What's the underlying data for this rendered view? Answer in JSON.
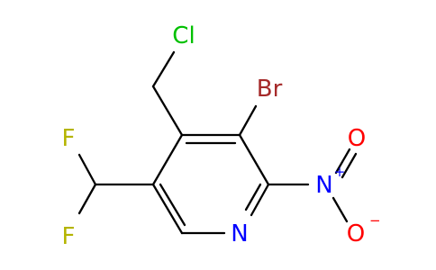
{
  "molecule": {
    "atoms": {
      "cl": "Cl",
      "br": "Br",
      "n_ring": "N",
      "n_nitro": "N",
      "nitro_plus": "+",
      "o_top": "O",
      "o_bottom": "O",
      "o_minus": "−",
      "f_top": "F",
      "f_bottom": "F"
    },
    "colors": {
      "bond": "#000000",
      "chlorine": "#00C000",
      "bromine": "#A52A2A",
      "nitrogen": "#0000FF",
      "oxygen": "#FF0000",
      "fluorine": "#B4B400"
    }
  }
}
